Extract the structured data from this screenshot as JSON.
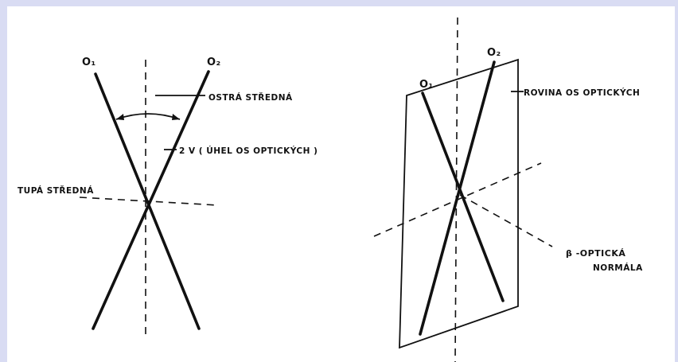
{
  "left_figure": {
    "axis_o1": "O₁",
    "axis_o2": "O₂",
    "acute_bisectrix": "OSTRÁ STŘEDNÁ",
    "optic_angle": "2 V ( ÚHEL OS OPTICKÝCH )",
    "obtuse_bisectrix": "TUPÁ STŘEDNÁ"
  },
  "right_figure": {
    "axis_o1": "O₁",
    "axis_o2": "O₂",
    "optic_plane": "ROVINA OS OPTICKÝCH",
    "optic_normal_line1": "β -OPTICKÁ",
    "optic_normal_line2": "NORMÁLA"
  }
}
